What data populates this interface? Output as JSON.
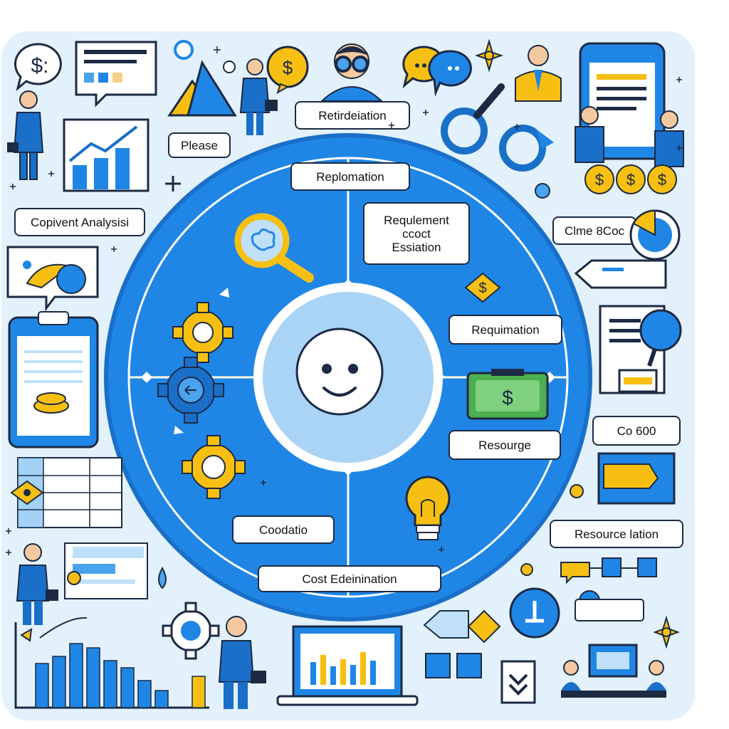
{
  "labels": {
    "retirement": "Retirdeiation",
    "please": "Please",
    "replomation": "Replomation",
    "requirement_cost_estimation": "Requlement\nccoct\nEssiation",
    "competent_analysis": "Copivent Analysisi",
    "clime_cost": "Clme 8Coc",
    "requimation": "Requimation",
    "co_goo": "Co 600",
    "resourge": "Resourge",
    "resource_lation": "Resource lation",
    "coodatio": "Coodatio",
    "cost_edeinination": "Cost Edeinination"
  },
  "colors": {
    "panel": "#e3f1fc",
    "ring": "#1f86e6",
    "ring_dark": "#1a6fc8",
    "center": "#aad4f6",
    "accent_yellow": "#f6bf12",
    "navy": "#1c2a44",
    "money_green": "#4caf50"
  },
  "icons": {
    "magnifier": "magnifier-icon",
    "gear": "gear-icon",
    "smiley": "smiley-face-icon",
    "money": "money-bill-icon",
    "bulb": "lightbulb-icon",
    "coin": "dollar-coin-icon"
  }
}
